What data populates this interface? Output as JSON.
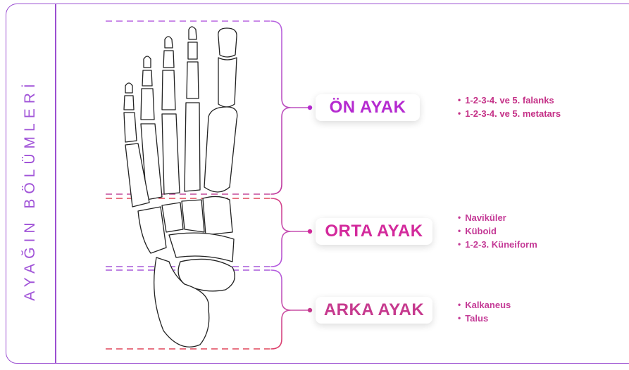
{
  "title": "AYAĞIN BÖLÜMLERİ",
  "colors": {
    "frame": "#9b4fd1",
    "front": "#b52ad0",
    "middle": "#d32a9c",
    "back": "#c63a8e",
    "dash_top": "#b865e0",
    "dash_red": "#e0475a"
  },
  "sections": [
    {
      "label": "ÖN AYAK",
      "items": [
        "1-2-3-4. ve 5. falanks",
        "1-2-3-4. ve 5. metatars"
      ]
    },
    {
      "label": "ORTA AYAK",
      "items": [
        "Naviküler",
        "Küboid",
        "1-2-3. Küneiform"
      ]
    },
    {
      "label": "ARKA AYAK",
      "items": [
        "Kalkaneus",
        "Talus"
      ]
    }
  ]
}
